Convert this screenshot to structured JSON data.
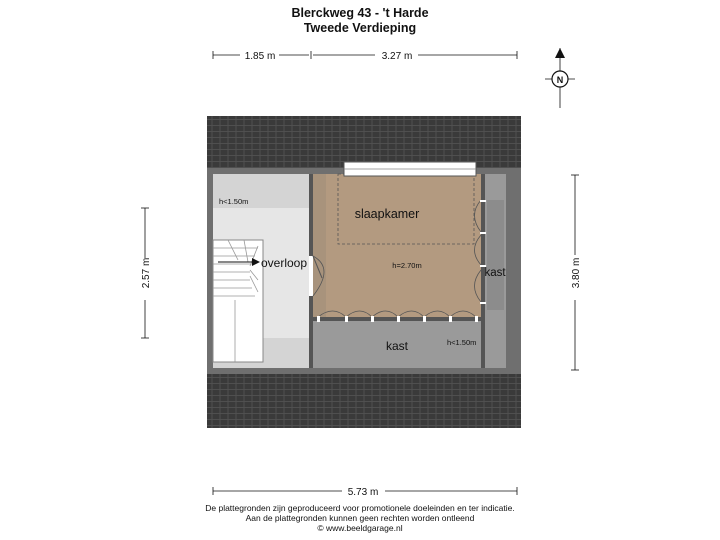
{
  "header": {
    "title": "Blerckweg 43 - 't Harde",
    "subtitle": "Tweede Verdieping"
  },
  "dimensions": {
    "top_left": "1.85 m",
    "top_right": "3.27 m",
    "left": "2.57 m",
    "right": "3.80 m",
    "bottom": "5.73 m"
  },
  "compass": {
    "label": "N"
  },
  "rooms": {
    "slaapkamer": "slaapkamer",
    "overloop": "overloop",
    "kast_right": "kast",
    "kast_bottom": "kast"
  },
  "heights": {
    "left_top": "h<1.50m",
    "center": "h=2.70m",
    "bottom_right": "h<1.50m"
  },
  "footer": {
    "line1": "De plattegronden zijn geproduceerd voor promotionele doeleinden en ter indicatie.",
    "line2": "Aan de plattegronden kunnen geen rechten worden ontleend",
    "line3": "© www.beeldgarage.nl"
  },
  "colors": {
    "roof": "#3a3a3a",
    "wall": "#6f6f6f",
    "bedroom_floor": "#b39a80",
    "kast_floor": "#9a9a9a",
    "low_floor": "#d8d8d8",
    "landing_floor": "#e6e6e6"
  }
}
